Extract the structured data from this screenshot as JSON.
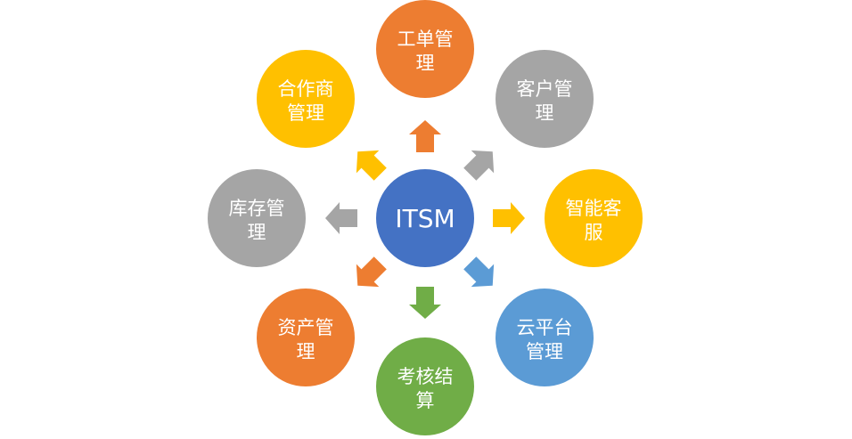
{
  "center": {
    "label": "ITSM",
    "color": "#4472C4"
  },
  "nodes": [
    {
      "id": "ticket",
      "lines": [
        "工单管",
        "理"
      ],
      "color": "#ED7D31"
    },
    {
      "id": "customer",
      "lines": [
        "客户管",
        "理"
      ],
      "color": "#A5A5A5"
    },
    {
      "id": "service",
      "lines": [
        "智能客",
        "服"
      ],
      "color": "#FFC000"
    },
    {
      "id": "cloud",
      "lines": [
        "云平台",
        "管理"
      ],
      "color": "#5B9BD5"
    },
    {
      "id": "assessment",
      "lines": [
        "考核结",
        "算"
      ],
      "color": "#70AD47"
    },
    {
      "id": "asset",
      "lines": [
        "资产管",
        "理"
      ],
      "color": "#ED7D31"
    },
    {
      "id": "inventory",
      "lines": [
        "库存管",
        "理"
      ],
      "color": "#A5A5A5"
    },
    {
      "id": "partner",
      "lines": [
        "合作商",
        "管理"
      ],
      "color": "#FFC000"
    }
  ]
}
